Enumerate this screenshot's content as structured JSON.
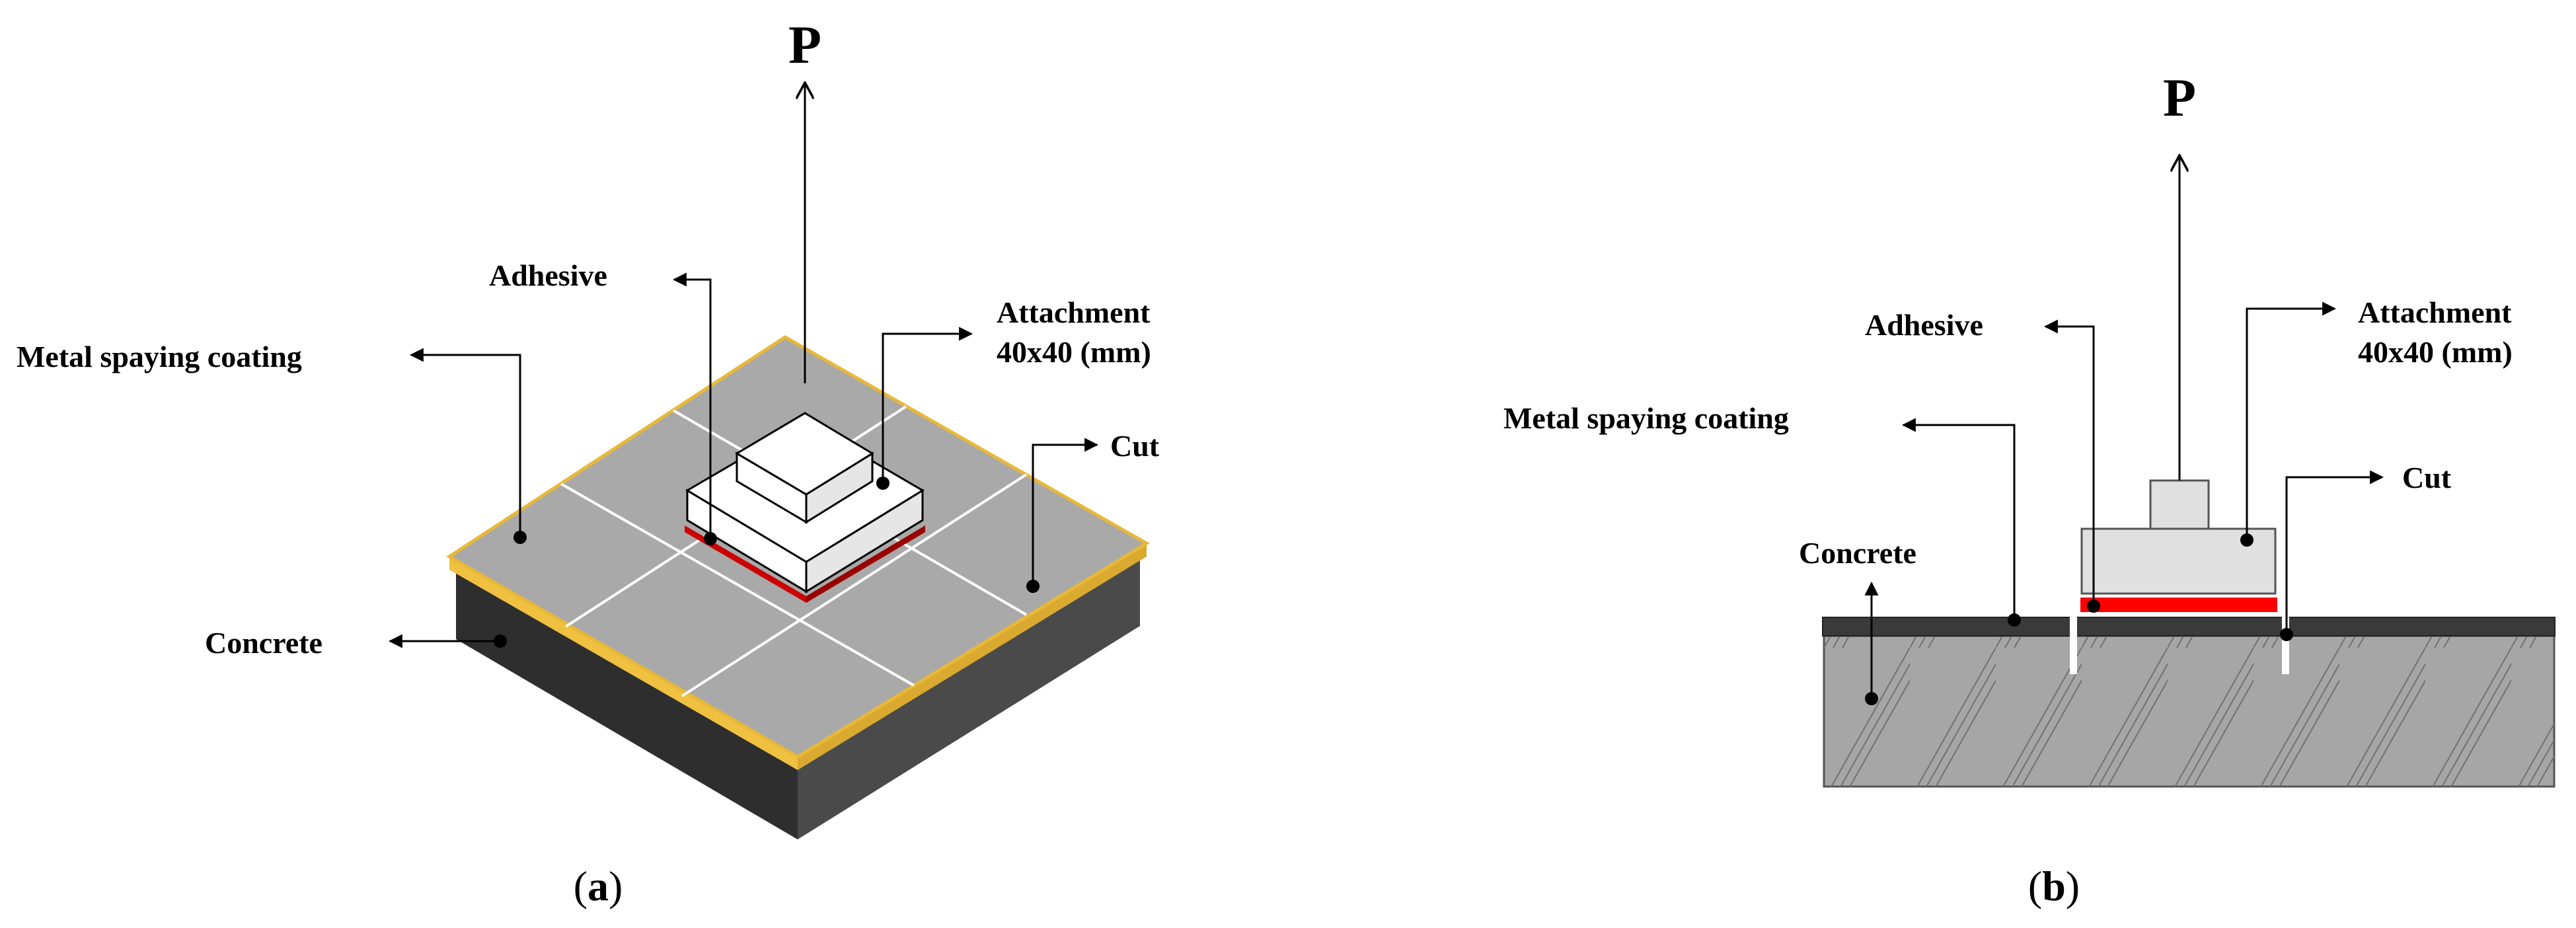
{
  "figure_a": {
    "force_label": "P",
    "adhesive_label": "Adhesive",
    "metal_coating_label": "Metal spaying coating",
    "attachment_label_line1": "Attachment",
    "attachment_label_line2": "40x40 (mm)",
    "cut_label": "Cut",
    "concrete_label": "Concrete",
    "caption_open": "(",
    "caption_letter": "a",
    "caption_close": ")"
  },
  "figure_b": {
    "force_label": "P",
    "adhesive_label": "Adhesive",
    "metal_coating_label": "Metal spaying coating",
    "attachment_label_line1": "Attachment",
    "attachment_label_line2": "40x40 (mm)",
    "cut_label": "Cut",
    "concrete_label": "Concrete",
    "caption_open": "(",
    "caption_letter": "b",
    "caption_close": ")"
  },
  "colors": {
    "coating_top": "#a9a9a9",
    "coating_edge": "#f0c040",
    "concrete_dark": "#3a3a3a",
    "adhesive_red": "#ff0000",
    "attachment_fill": "#e6e6e6"
  }
}
